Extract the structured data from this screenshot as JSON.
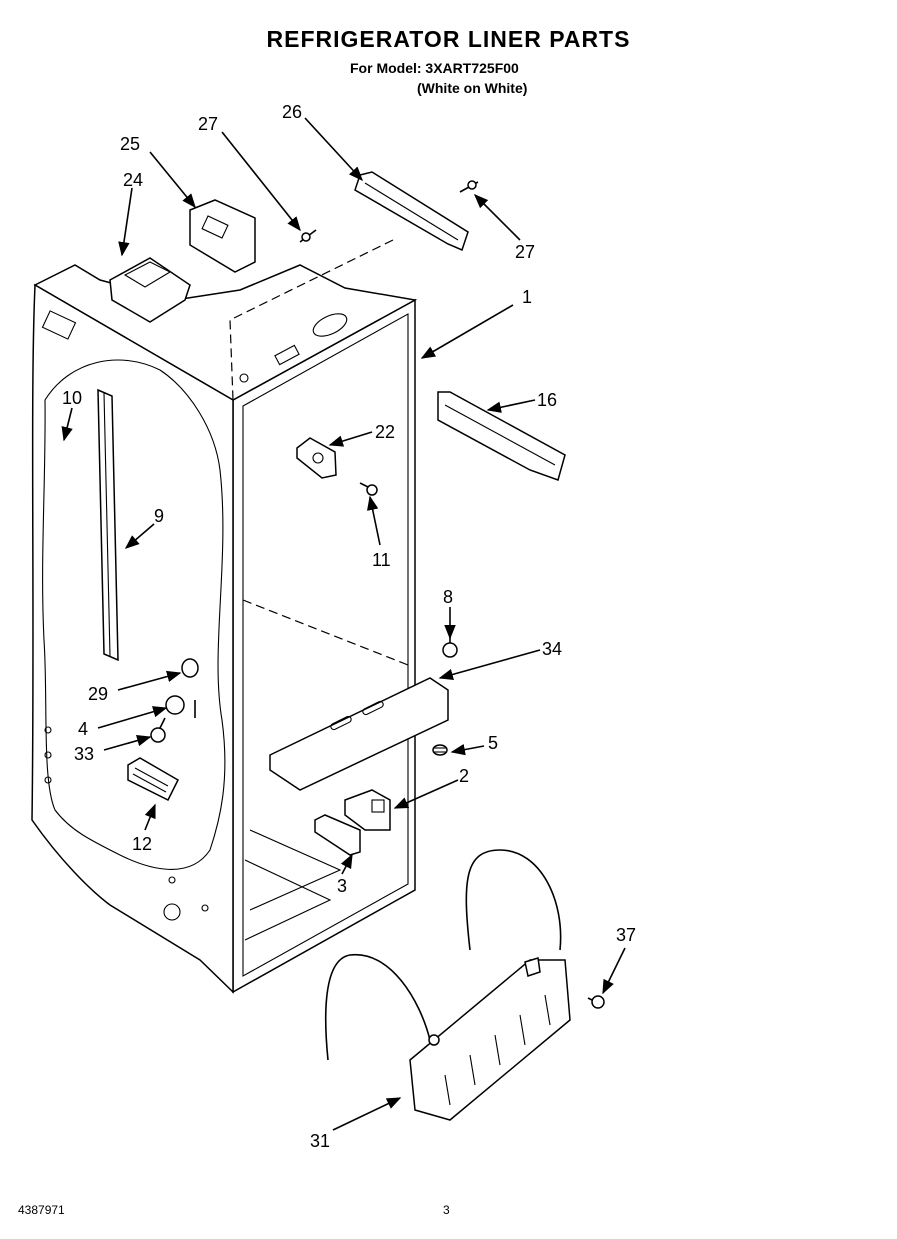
{
  "header": {
    "title": "REFRIGERATOR LINER PARTS",
    "model_line": "For Model: 3XART725F00",
    "color_line": "(White on White)"
  },
  "footer": {
    "doc_number": "4387971",
    "page_number": "3"
  },
  "callouts": [
    {
      "id": "c25",
      "label": "25"
    },
    {
      "id": "c27a",
      "label": "27"
    },
    {
      "id": "c26",
      "label": "26"
    },
    {
      "id": "c24",
      "label": "24"
    },
    {
      "id": "c27b",
      "label": "27"
    },
    {
      "id": "c1",
      "label": "1"
    },
    {
      "id": "c10",
      "label": "10"
    },
    {
      "id": "c16",
      "label": "16"
    },
    {
      "id": "c22",
      "label": "22"
    },
    {
      "id": "c9",
      "label": "9"
    },
    {
      "id": "c11",
      "label": "11"
    },
    {
      "id": "c8",
      "label": "8"
    },
    {
      "id": "c34",
      "label": "34"
    },
    {
      "id": "c29",
      "label": "29"
    },
    {
      "id": "c4",
      "label": "4"
    },
    {
      "id": "c5",
      "label": "5"
    },
    {
      "id": "c33",
      "label": "33"
    },
    {
      "id": "c2",
      "label": "2"
    },
    {
      "id": "c12",
      "label": "12"
    },
    {
      "id": "c3",
      "label": "3"
    },
    {
      "id": "c37",
      "label": "37"
    },
    {
      "id": "c31",
      "label": "31"
    }
  ]
}
